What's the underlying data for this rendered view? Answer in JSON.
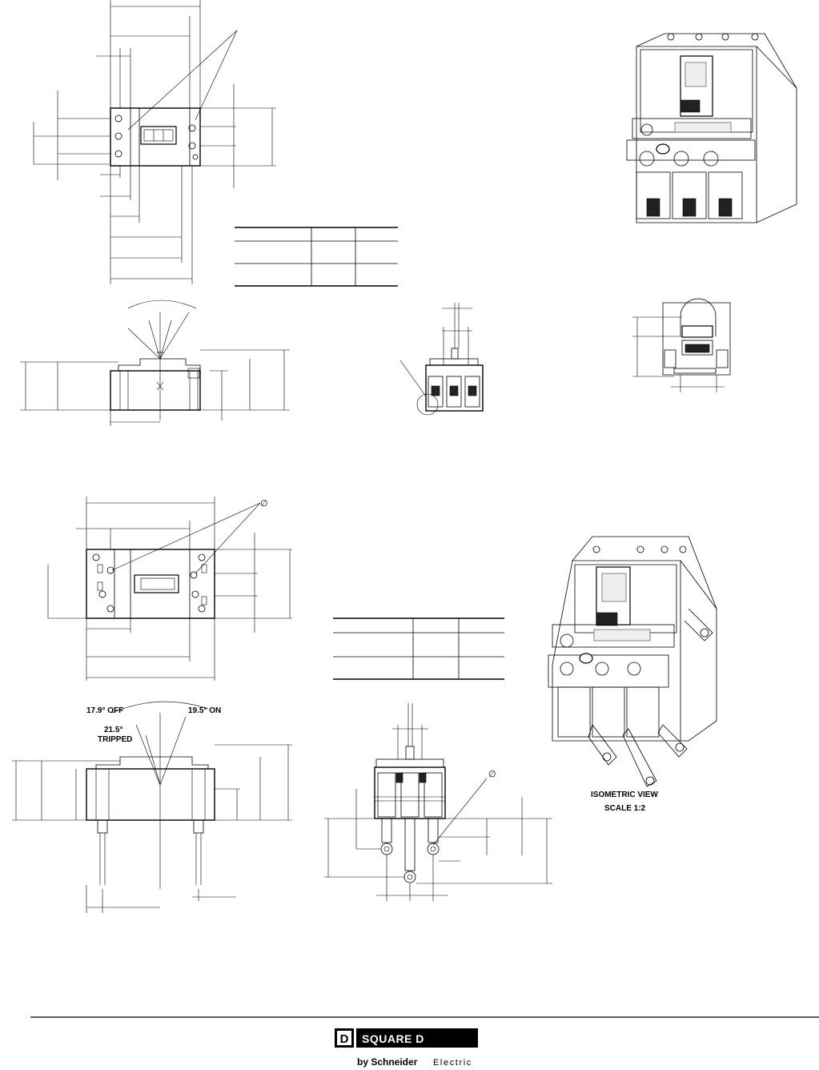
{
  "angles": {
    "off": "17.9° OFF",
    "on": "19.5° ON",
    "tripped_value": "21.5°",
    "tripped_word": "TRIPPED"
  },
  "symbols": {
    "diameter_top": "∅",
    "diameter_lug": "∅"
  },
  "isometric": {
    "title": "ISOMETRIC VIEW",
    "scale": "SCALE  1:2"
  },
  "brand": {
    "logo_letter": "D",
    "name": "SQUARE D",
    "by": "by Schneider",
    "electric": "Electric"
  }
}
